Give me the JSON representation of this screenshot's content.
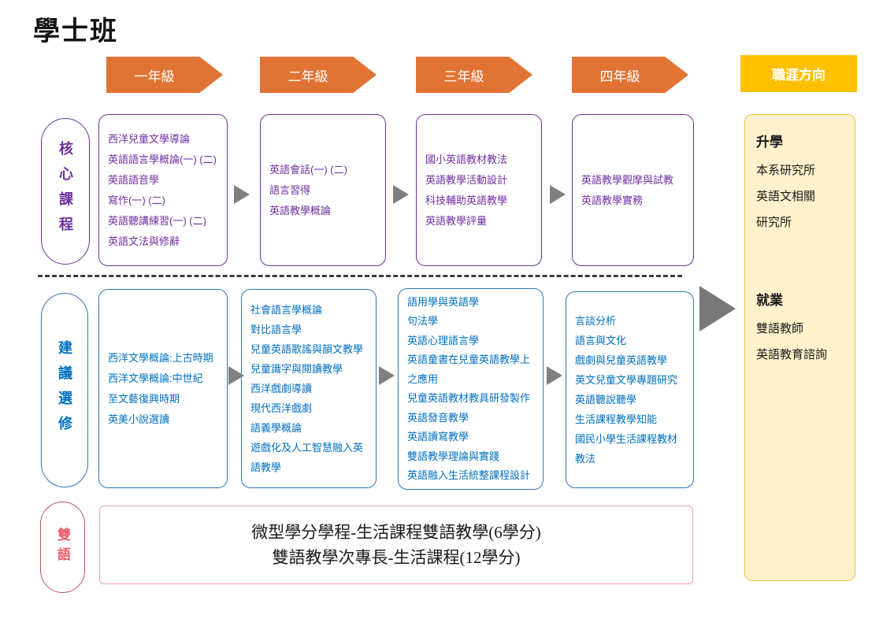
{
  "title": "學士班",
  "header": {
    "years": [
      "一年級",
      "二年級",
      "三年級",
      "四年級"
    ],
    "career": "職涯方向"
  },
  "core": {
    "label": "核心課程",
    "years": [
      {
        "lines": [
          "西洋兒童文學導論",
          "英語語言學概論(一) (二)",
          "英語語音學",
          "寫作(一) (二)",
          "英語聽講練習(一) (二)",
          "英語文法與修辭"
        ]
      },
      {
        "lines": [
          "英語會話(一) (二)",
          "語言習得",
          "英語教學概論"
        ]
      },
      {
        "lines": [
          "國小英語教材教法",
          "英語教學活動設計",
          "科技輔助英語教學",
          "英語教學評量"
        ]
      },
      {
        "lines": [
          "英語教學觀摩與試教",
          "英語教學實務"
        ]
      }
    ]
  },
  "electives": {
    "label": "建議選修",
    "years": [
      {
        "lines": [
          "西洋文學概論:上古時期",
          "西洋文學概論:中世紀",
          "至文藝復興時期",
          "英美小說選讀"
        ]
      },
      {
        "lines": [
          "社會語言學概論",
          "對比語言學",
          "兒童英語歌謠與韻文教學",
          "兒童識字與閱讀教學",
          "西洋戲劇導讀",
          "現代西洋戲劇",
          "語義學概論",
          "遊戲化及人工智慧融入英",
          "語教學"
        ]
      },
      {
        "lines": [
          "語用學與英語學",
          "句法學",
          "英語心理語言學",
          "英語童書在兒童英語教學上",
          "之應用",
          "兒童英語教材教具研發製作",
          "英語發音教學",
          "英語讀寫教學",
          "雙語教學理論與實踐",
          "英語融入生活統整課程設計"
        ]
      },
      {
        "lines": [
          "言談分析",
          "語言與文化",
          "戲劇與兒童英語教學",
          "英文兒童文學專題研究",
          "英語聽說聽學",
          "生活課程教學知能",
          "國民小學生活課程教材",
          "教法"
        ]
      }
    ]
  },
  "bilingual": {
    "label": "雙語",
    "lines": [
      "微型學分學程-生活課程雙語教學(6學分)",
      "雙語教學次專長-生活課程(12學分)"
    ]
  },
  "career": {
    "sections": [
      {
        "heading": "升學",
        "items": [
          "本系研究所",
          "英語文相關",
          "研究所"
        ]
      },
      {
        "heading": "就業",
        "items": [
          "雙語教師",
          "英語教育諮詢"
        ]
      }
    ]
  },
  "colors": {
    "orange": "#E17434",
    "yellow": "#FFC000",
    "yellow_light": "#FFF2CC",
    "yellow_border": "#F0C040",
    "purple": "#7030A0",
    "blue_text": "#0070C0",
    "blue_border": "#2E75B6",
    "gray_arrow": "#808080",
    "red_pill": "#BE5460",
    "red_text": "#EA5E6E",
    "pink_border": "#E9A2AE"
  }
}
